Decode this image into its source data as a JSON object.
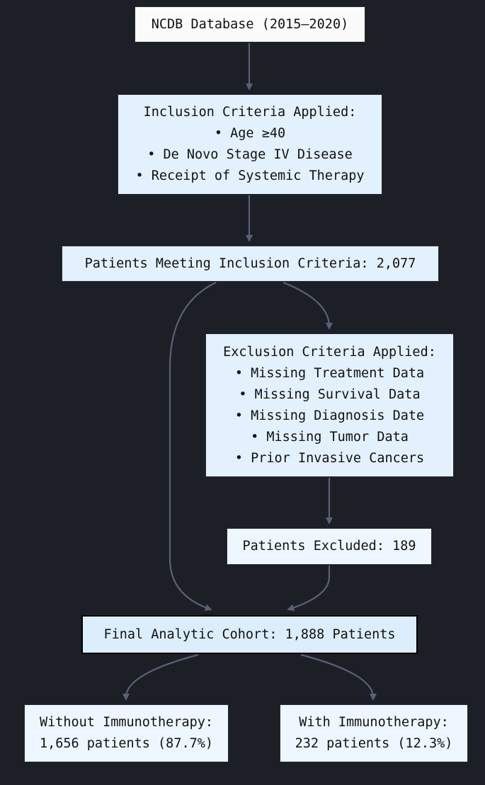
{
  "diagram": {
    "ncdb_box": {
      "text": "NCDB Database (2015–2020)"
    },
    "inclusion_box": {
      "title": "Inclusion Criteria Applied:",
      "items": [
        "• Age ≥40",
        "• De Novo Stage IV Disease",
        "• Receipt of Systemic Therapy"
      ]
    },
    "meeting_box": {
      "text": "Patients Meeting Inclusion Criteria: 2,077"
    },
    "exclusion_box": {
      "title": "Exclusion Criteria Applied:",
      "items": [
        "• Missing Treatment Data",
        "• Missing Survival Data",
        "• Missing Diagnosis Date",
        "• Missing Tumor Data",
        "• Prior Invasive Cancers"
      ]
    },
    "excluded_box": {
      "text": "Patients Excluded: 189"
    },
    "final_box": {
      "text": "Final Analytic Cohort: 1,888 Patients"
    },
    "without_box": {
      "line1": "Without Immunotherapy:",
      "line2": "1,656 patients (87.7%)"
    },
    "with_box": {
      "line1": "With Immunotherapy:",
      "line2": "232 patients (12.3%)"
    },
    "colors": {
      "background": "#1d1f26",
      "arrow": "#5a6079",
      "box_blue": "#e3f0fd",
      "box_white": "#fbfbfb",
      "final_border": "#000000"
    }
  }
}
